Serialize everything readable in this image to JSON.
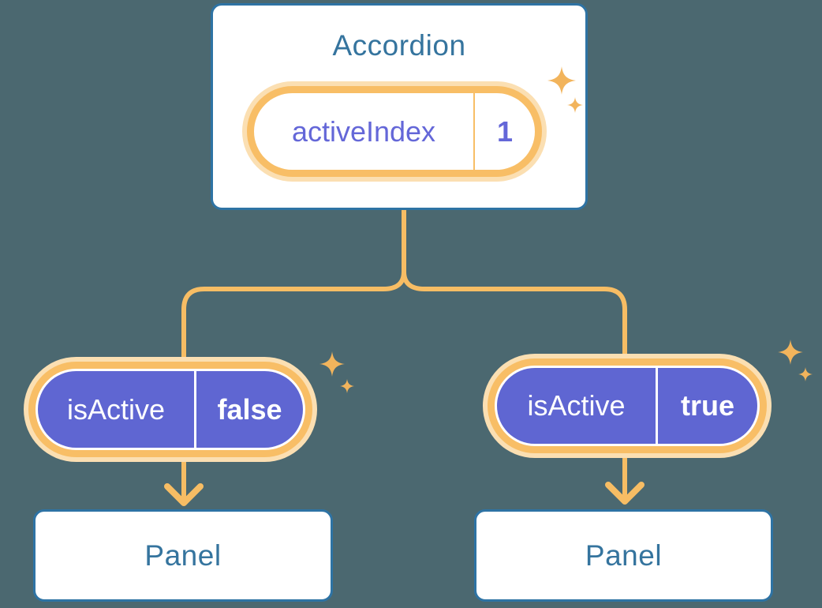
{
  "colors": {
    "bg": "#4B6870",
    "card-bg": "#FFFFFF",
    "card-border": "#2E73A4",
    "heading-text": "#35749E",
    "purple": "#5F66D2",
    "purple-text": "#6467D8",
    "gold": "#F7BD64",
    "gold-ring": "#F8BE66",
    "glow": "#FBDFB2",
    "sparkle": "#F2B45C"
  },
  "icons": {
    "sparkle": "four-point-star"
  },
  "diagram": {
    "root": {
      "title": "Accordion",
      "state": {
        "label": "activeIndex",
        "value": "1"
      }
    },
    "children": [
      {
        "state": {
          "label": "isActive",
          "value": "false"
        },
        "panel": {
          "title": "Panel"
        }
      },
      {
        "state": {
          "label": "isActive",
          "value": "true"
        },
        "panel": {
          "title": "Panel"
        }
      }
    ]
  }
}
